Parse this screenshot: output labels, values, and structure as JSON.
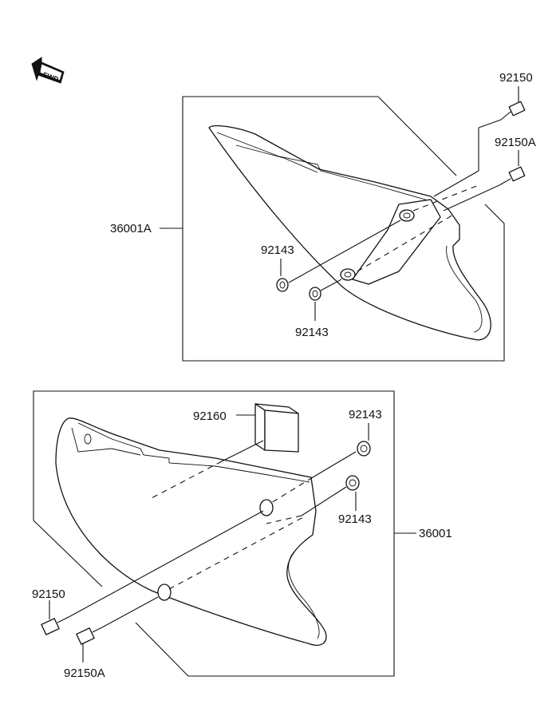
{
  "fwd_badge": "FWD",
  "upper_assembly": {
    "part_label": "36001A",
    "bolt_top": "92150",
    "bolt_second": "92150A",
    "collar_left": "92143",
    "collar_right": "92143"
  },
  "lower_assembly": {
    "part_label": "36001",
    "pad": "92160",
    "collar_top": "92143",
    "collar_bottom": "92143",
    "bolt_left": "92150",
    "bolt_bottom": "92150A"
  }
}
